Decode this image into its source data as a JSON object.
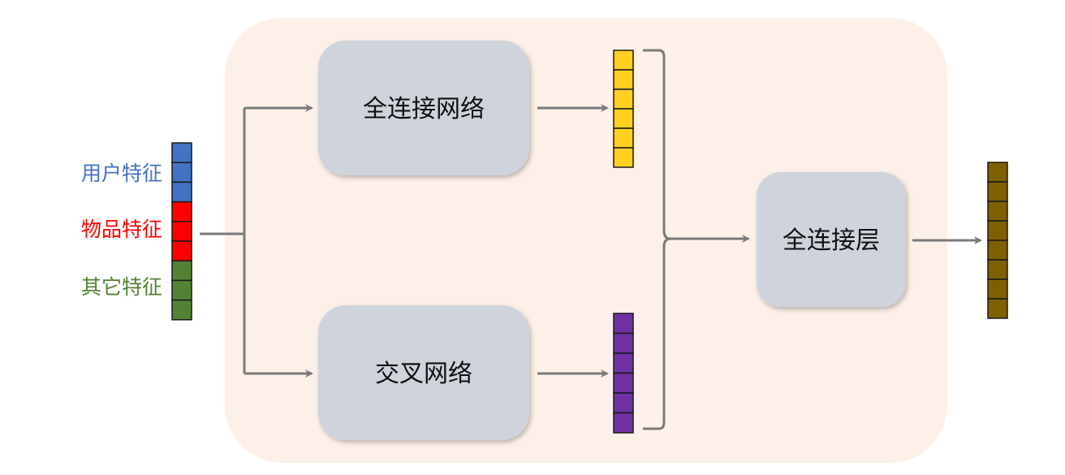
{
  "colors": {
    "panel": "#fcf0e8",
    "box": "#cfd3db",
    "arrow": "#7a7a7a",
    "user": "#4472c4",
    "item": "#ff0000",
    "other": "#548235",
    "fc_out": "#ffd020",
    "cross_out": "#7030a0",
    "final_out": "#7f6000"
  },
  "features": {
    "user": "用户特征",
    "item": "物品特征",
    "other": "其它特征"
  },
  "boxes": {
    "fc_network": "全连接网络",
    "cross_network": "交叉网络",
    "fc_layer": "全连接层"
  }
}
